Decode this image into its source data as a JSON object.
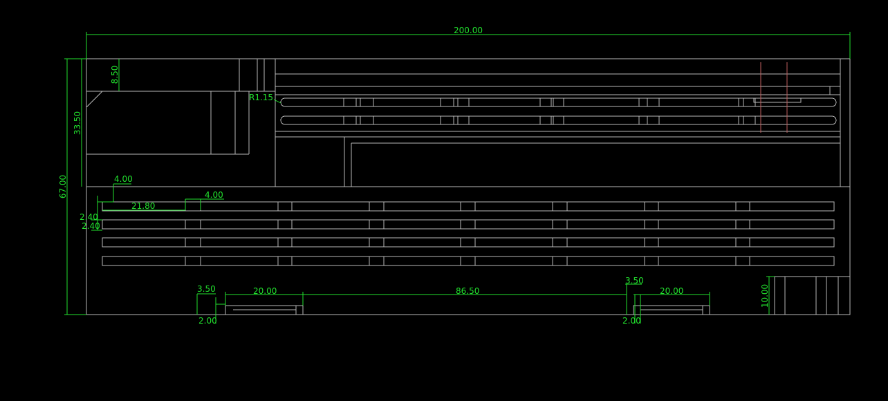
{
  "colors": {
    "background": "#000000",
    "geometry": "#b8b8b8",
    "dimension": "#22e22e",
    "centerline": "#c06060"
  },
  "dimensions": {
    "overall_width": "200.00",
    "overall_height": "67.00",
    "upper_height": "33.50",
    "top_block": "8.50",
    "radius": "R1.15",
    "offset_4_a": "4.00",
    "offset_4_b": "4.00",
    "length_21": "21.80",
    "gap_a": "2.40",
    "gap_b": "2.40",
    "step_a": "3.50",
    "step_b": "3.50",
    "small_a": "2.00",
    "small_b": "2.00",
    "pad_a": "20.00",
    "pad_b": "20.00",
    "span": "86.50",
    "foot_height": "10.00"
  }
}
